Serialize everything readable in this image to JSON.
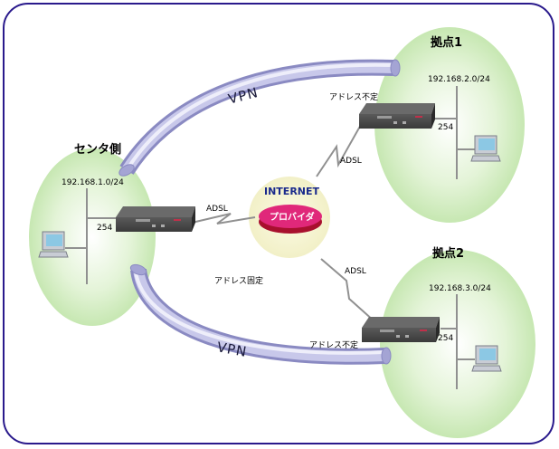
{
  "diagram": {
    "title": "VPN network topology",
    "center_site": {
      "name": "センタ側",
      "subnet": "192.168.1.0/24",
      "router_ip": "254",
      "address_type": "アドレス固定",
      "link": "ADSL"
    },
    "site1": {
      "name": "拠点1",
      "subnet": "192.168.2.0/24",
      "router_ip": "254",
      "address_type": "アドレス不定",
      "link": "ADSL"
    },
    "site2": {
      "name": "拠点2",
      "subnet": "192.168.3.0/24",
      "router_ip": "254",
      "address_type": "アドレス不定",
      "link": "ADSL"
    },
    "internet": {
      "label": "INTERNET",
      "provider": "プロバイダ"
    },
    "tunnels": {
      "top": "VPN",
      "bottom": "VPN"
    },
    "colors": {
      "frame": "#2a1a8c",
      "site_fill": "#c8e8b0",
      "internet_fill": "#f4f2c8",
      "internet_text": "#1a2a8c",
      "provider_fill": "#e0287a",
      "provider_edge": "#a8102e",
      "tunnel": "#b4b4dc"
    }
  }
}
